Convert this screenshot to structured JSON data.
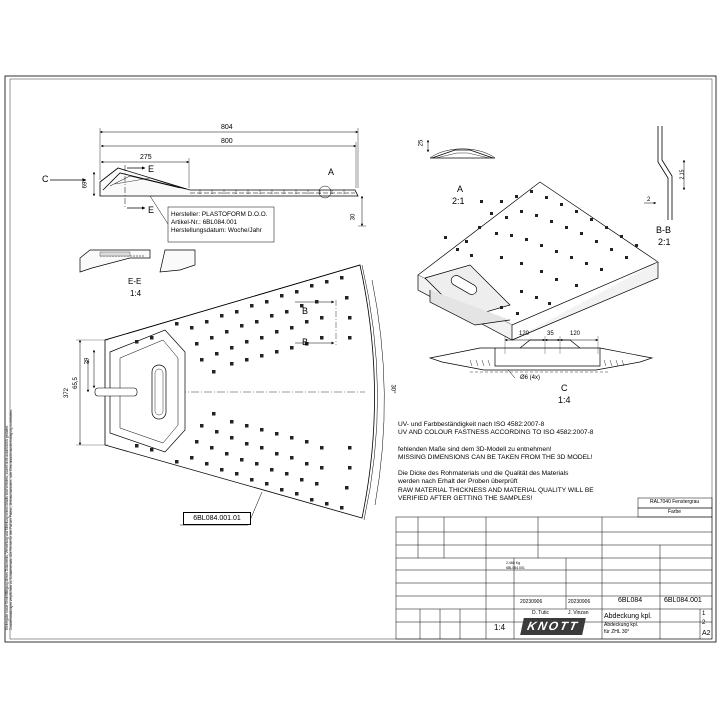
{
  "dims": {
    "d804": "804",
    "d800": "800",
    "d275": "275",
    "d69": "69",
    "d30": "30",
    "d25": "25",
    "d372": "372",
    "d655": "65,5",
    "d29": "29",
    "d30deg": "30°",
    "d120a": "120",
    "d35": "35",
    "d120b": "120",
    "d2": "2",
    "d215": "2,15",
    "hole": "Ø6 (4x)"
  },
  "labels": {
    "section_c": "C",
    "section_e_top": "E",
    "section_e_bot": "E",
    "detail_a_mark": "A",
    "section_b_top": "B",
    "section_b_bot": "B",
    "view_a_title": "A",
    "view_a_scale": "2:1",
    "view_bb_title": "B-B",
    "view_bb_scale": "2:1",
    "view_ee_title": "E-E",
    "view_ee_scale": "1:4",
    "view_c_title": "C",
    "view_c_scale": "1:4",
    "part_callout": "6BL084.001.01"
  },
  "callout": {
    "line1": "Hersteller: PLASTOFORM D.O.O.",
    "line2": "Artikel-Nr.: 6BL084.001",
    "line3": "Herstellungsdatum: Woche/Jahr"
  },
  "notes": [
    "UV- und Farbbeständigkeit nach ISO 4582:2007-8",
    "UV AND COLOUR FASTNESS ACCORDING TO ISO 4582:2007-8",
    "",
    "fehlenden Maße sind dem 3D-Modell zu entnehmen!",
    "MISSING DIMENSIONS CAN BE TAKEN FROM THE 3D MODEL!",
    "",
    "Die Dicke des Rohmaterials und die Qualität des Materials",
    "werden nach Erhalt der Proben überprüft",
    "RAW MATERIAL THICKNESS AND MATERIAL QUALITY WILL BE",
    "VERIFIED AFTER GETTING THE SAMPLES!"
  ],
  "title_block": {
    "color": "RAL7040 Fenstergrau",
    "color_label": "Farbe",
    "scale": "1:4",
    "company": "KNOTT",
    "date1": "20230906",
    "date2": "20230906",
    "drawn_by": "D. Tutic",
    "checked_by": "J. Vinzan",
    "weight": "2,466 Kg",
    "assy_no": "6BL084.001",
    "drawing_no": "6BL084",
    "part_no": "6BL084.001",
    "title_de": "Abdeckung kpl.",
    "title_sub1": "Abdeckung kpl.",
    "title_sub2": "für ZHL 30°",
    "sheet_size": "A2",
    "sheet_num1": "1",
    "sheet_num2": "2"
  },
  "margin_text": {
    "left1": "Weitergabe sowie Vervielfältigung dieses Dokuments, Verwertung und Mitteilung seines Inhalts sind verboten, soweit nicht ausdrücklich gestattet.",
    "left2": "Zuwiderhandlungen verpflichten zu Schadenersatz. Alle Rechte für den Fall der Patent-, Gebrauchsmuster- oder Geschmacksmustereintragung vorbehalten."
  }
}
